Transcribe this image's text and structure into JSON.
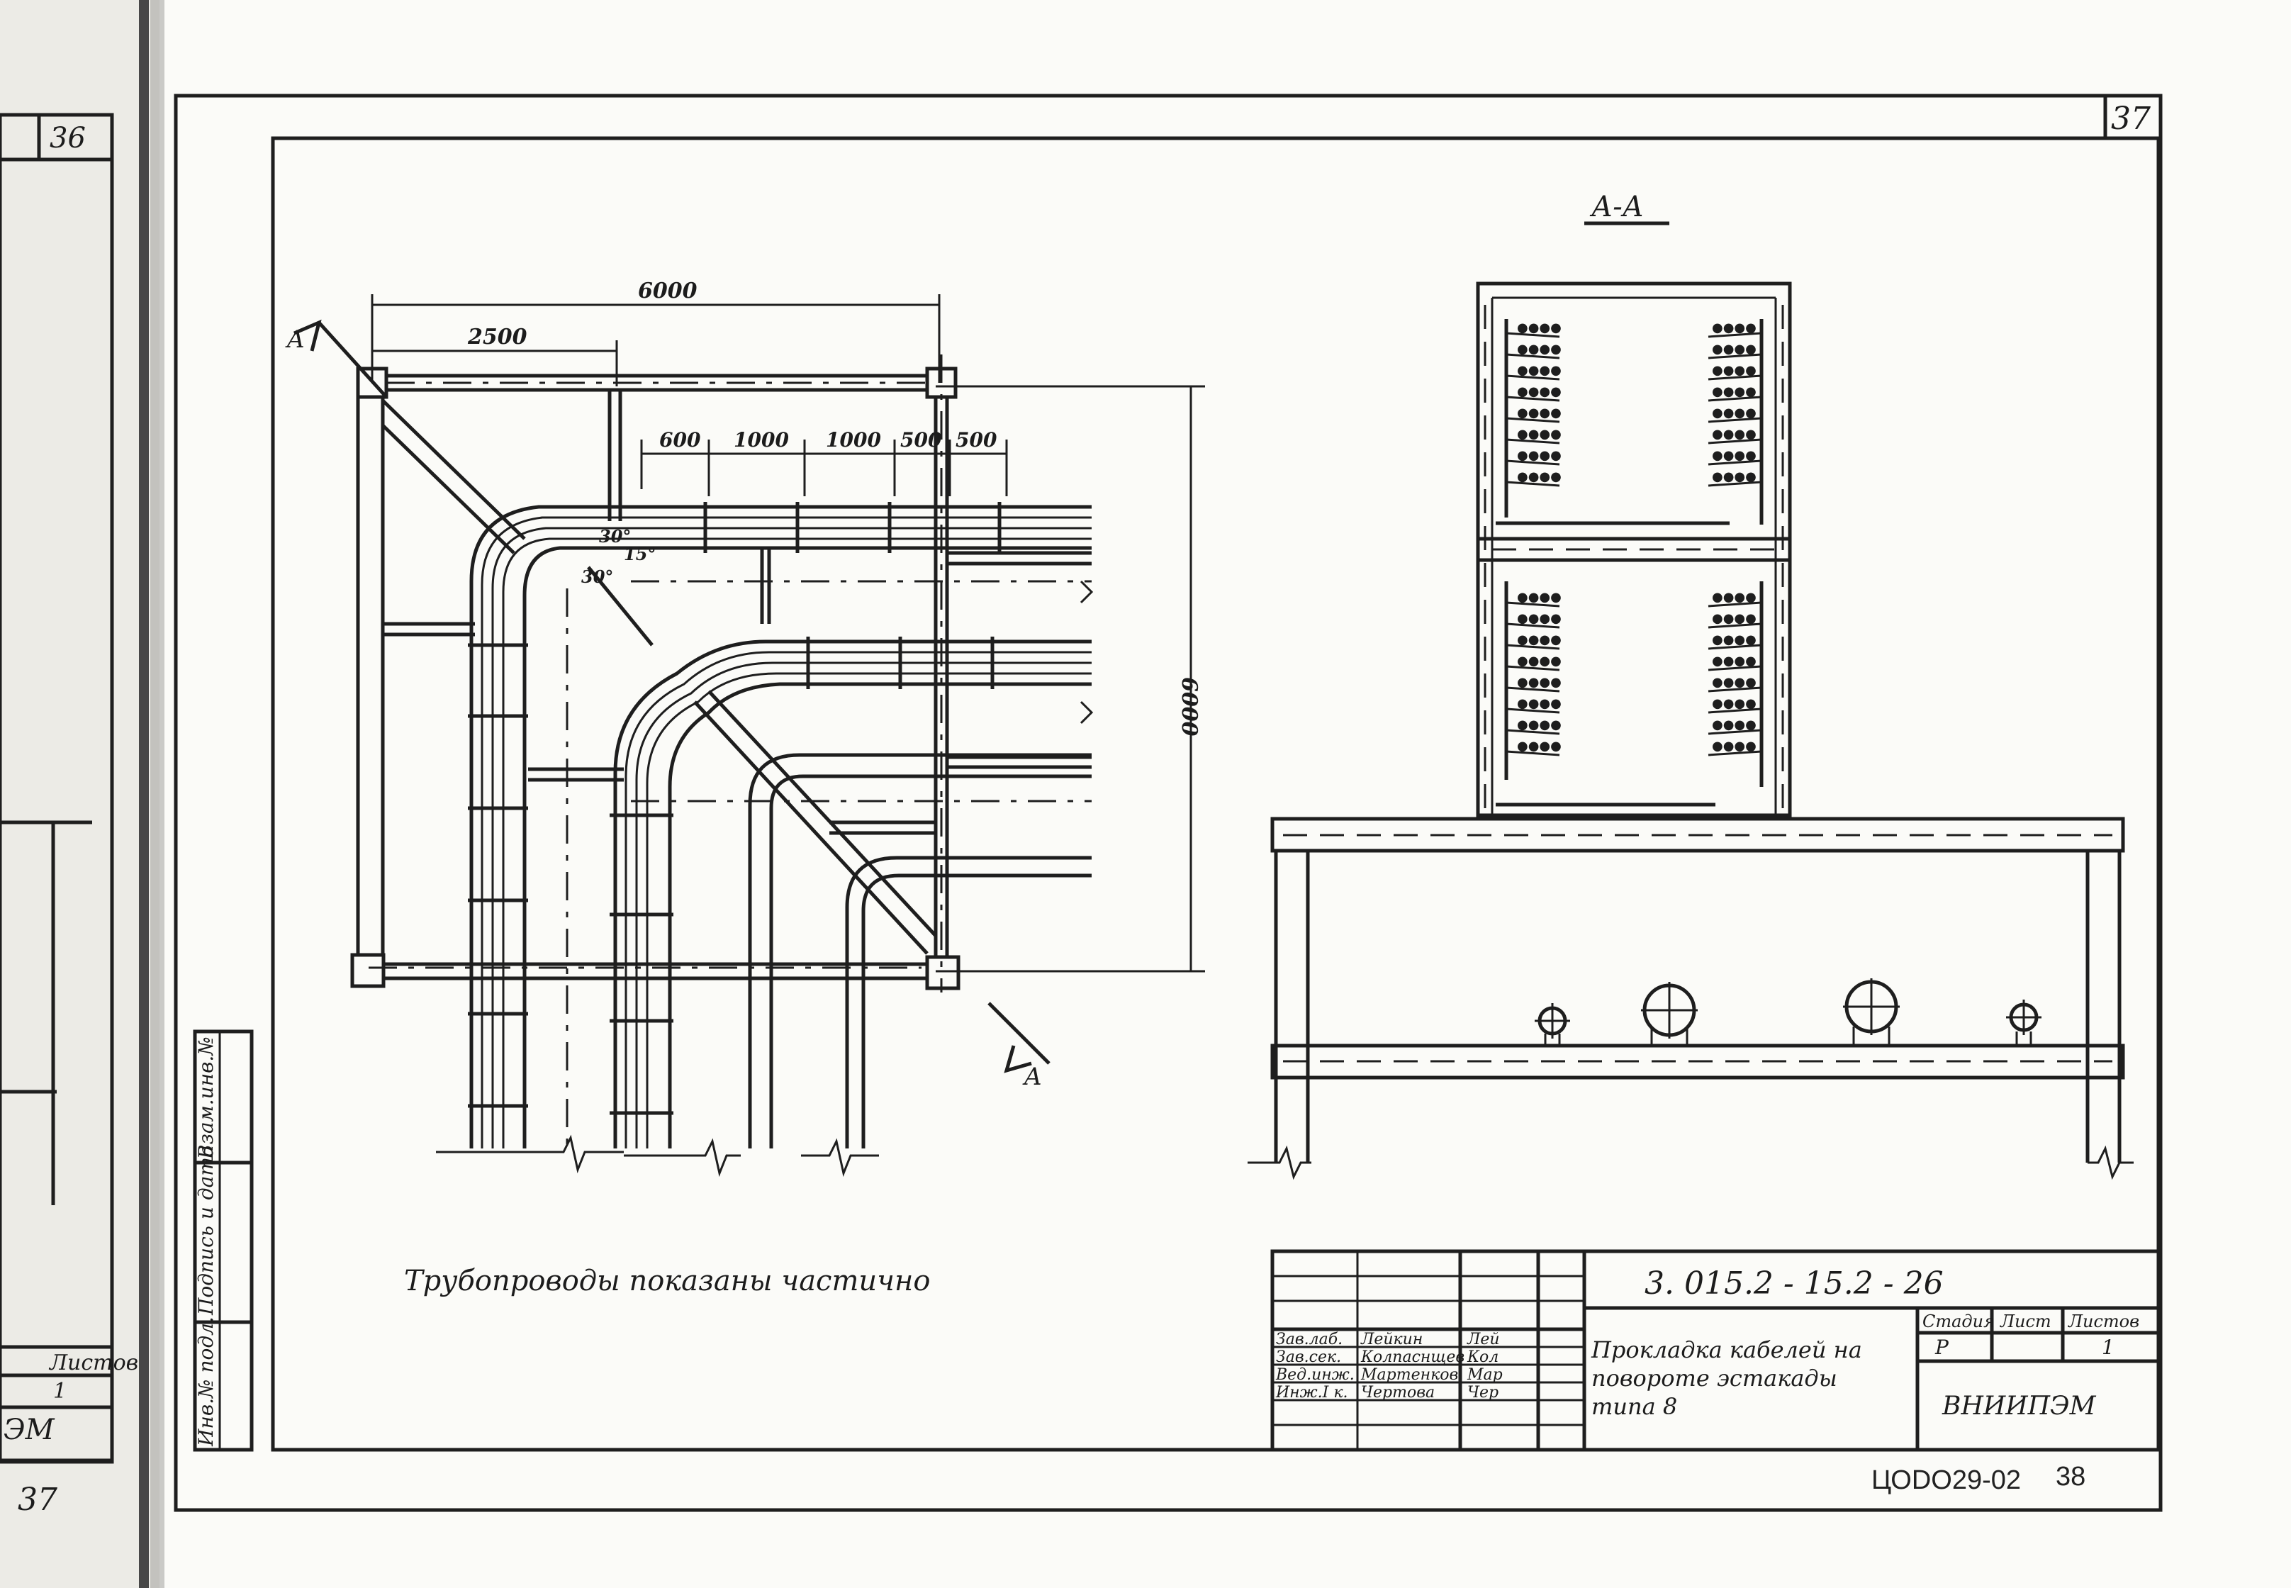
{
  "page": {
    "prev_sheet_number": "36",
    "sheet_number": "37",
    "prev_sheet_bottom": "37",
    "prev_sheet_listov": "Листов",
    "prev_sheet_listov_value": "1",
    "prev_sheet_org": "ЭМ"
  },
  "plan": {
    "section_marker": "A",
    "dim_overall": "6000",
    "dim_first": "2500",
    "dim_segments": [
      "600",
      "1000",
      "1000",
      "500",
      "500"
    ],
    "dim_vertical": "6000",
    "angle_label_1": "30°",
    "angle_label_2": "15°",
    "angle_label_3": "30°"
  },
  "section": {
    "title": "А-А"
  },
  "note": "Трубопроводы показаны частично",
  "side_stamp": {
    "col1": "Инв.№ подл.",
    "col2": "Подпись и дата",
    "col3": "Взам.инв.№"
  },
  "title_block": {
    "doc_code": "3. 015.2 - 15.2 - 26",
    "title_line1": "Прокладка кабелей на",
    "title_line2": "повороте эстакады",
    "title_line3": "типа 8",
    "stage_header": "Стадия",
    "sheet_header": "Лист",
    "sheets_header": "Листов",
    "stage_value": "Р",
    "sheets_value": "1",
    "organization": "ВНИИПЭМ",
    "roles": [
      {
        "role": "Зав.лаб.",
        "name": "Лейкин",
        "sign": "Лей"
      },
      {
        "role": "Зав.сек.",
        "name": "Колпаснщев",
        "sign": "Кол"
      },
      {
        "role": "Вед.инж.",
        "name": "Мартенков",
        "sign": "Мар"
      },
      {
        "role": "Инж.I к.",
        "name": "Чертова",
        "sign": "Чер"
      }
    ]
  },
  "footer": {
    "archive_code": "ЦОDО29-02",
    "page_number": "38"
  }
}
